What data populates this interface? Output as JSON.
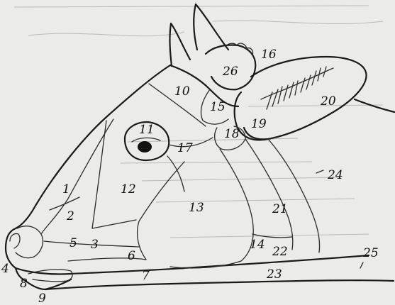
{
  "labels": {
    "r1": "1",
    "r2": "2",
    "r3": "3",
    "r4": "4",
    "r5": "5",
    "r6": "6",
    "r7": "7",
    "r8": "8",
    "r9": "9",
    "r10": "10",
    "r11": "11",
    "r12": "12",
    "r13": "13",
    "r14": "14",
    "r15": "15",
    "r16": "16",
    "r17": "17",
    "r18": "18",
    "r19": "19",
    "r20": "20",
    "r21": "21",
    "r22": "22",
    "r23": "23",
    "r24": "24",
    "r25": "25",
    "r26": "26"
  },
  "colors": {
    "background": "#ebebea",
    "line": "#1a1a1a",
    "bleed_through": "#b9b9b6"
  }
}
